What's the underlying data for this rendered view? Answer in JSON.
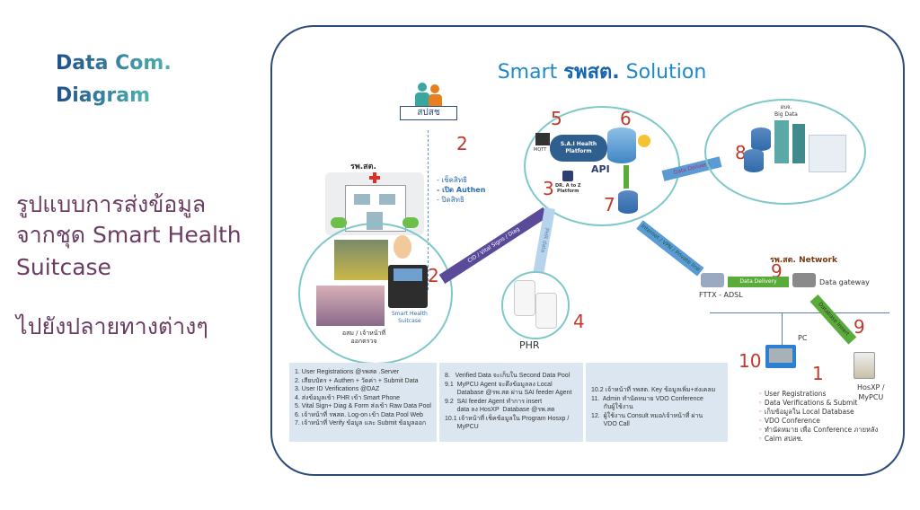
{
  "left": {
    "heading_line1": "Data Com.",
    "heading_line2": "Diagram",
    "desc_line1": "รูปแบบการส่งข้อมูล",
    "desc_line2": "จากชุด Smart Health",
    "desc_line3": "Suitcase",
    "desc_line4": "ไปยังปลายทางต่างๆ"
  },
  "diagram": {
    "title_prefix": "Smart ",
    "title_thai": "รพสต.",
    "title_suffix": " Solution",
    "nhso_logo_text": "สปสช",
    "hospital_label": "รพ.สต.",
    "field_staff_label_1": "อสม / เจ้าหน้าที่",
    "field_staff_label_2": "ออกตรวจ",
    "suitcase_label_1": "Smart Health",
    "suitcase_label_2": "Suitcase",
    "auth_notes": [
      "- เช็คสิทธิ",
      "- เปิด Authen",
      "- ปิดสิทธิ"
    ],
    "arrow_cid": "CID / Vital Signs / Diag",
    "arrow_phr": "PHR data",
    "arrow_delivery": "Data Delivery",
    "arrow_internet": "Internet / VPN / Private line",
    "arrow_delivery_2": "Data Delivery",
    "arrow_database_insert": "Database Insert",
    "platform_label": "S.A.I Health Platform",
    "mqtt_label": "MQTT",
    "api_label": "API",
    "dr_label_1": "DR. A to Z",
    "dr_label_2": "Platform",
    "phr_label": "PHR",
    "bigdata_label_1": "อบจ.",
    "bigdata_label_2": "Big Data",
    "network_label": "รพ.สต. Network",
    "fttx_label": "FTTX - ADSL",
    "gateway_label": "Data gateway",
    "pc_label": "PC",
    "hosxp_label_1": "HosXP /",
    "hosxp_label_2": "MyPCU",
    "numbers": {
      "n2a": "2",
      "n2b": "2",
      "n3": "3",
      "n4": "4",
      "n5": "5",
      "n6": "6",
      "n7": "7",
      "n8": "8",
      "n9a": "9",
      "n9b": "9",
      "n10": "10",
      "n1": "1"
    },
    "pc_functions": [
      "User Registrations",
      "Data Verifications & Submit",
      "เก็บข้อมูลใน Local Database",
      "VDO Conference",
      "ทำนัดหมาย เพื่อ Conference ภายหลัง",
      "Caim สปสช."
    ]
  },
  "steps": {
    "col1": [
      "1. User Registrations @รพสต .Server",
      "2. เสียบบัตร + Authen + วัดค่า + Submit Data",
      "3. User ID Verifications @DAZ",
      "4. ส่งข้อมูลเข้า PHR เข้า Smart Phone",
      "5. Vital Sign+ Diag & Form ส่งเข้า Raw Data Pool",
      "6. เจ้าหน้าที่ รพสต. Log-on เข้า Data Pool Web",
      "7. เจ้าหน้าที่ Verify ข้อมูล และ Submit ข้อมูลออก"
    ],
    "col2": [
      "8.   Verified Data จะเก็บใน Second Data Pool",
      "9.1  MyPCU Agent จะดึงข้อมูลลง Local",
      "       Database @รพ.สต ผ่าน SAI feeder Agent",
      "9.2  SAI feeder Agent ทำการ insert",
      "       data ลง HosXP  Database @รพ.สต",
      "10.1 เจ้าหน้าที่ เช็คข้อมูลใน Program Hosxp /",
      "       MyPCU"
    ],
    "col3": [
      "10.2 เจ้าหน้าที่ รพสต. Key ข้อมูลเพิ่ม+ส่งเคลม",
      "11.  Admin ทำนัดหมาย VDO Conference",
      "       กับผู้ใช้งาน",
      "12.  ผู้ใช้งาน Consult หมอ/เจ้าหน้าที่ ผ่าน",
      "       VDO Call"
    ]
  },
  "colors": {
    "frame": "#2c4a7a",
    "title": "#1e88c8",
    "number": "#c0392b",
    "ellipse": "#7fc8c8",
    "box": "#dbe6f0",
    "arrow_purple": "#5b4a9a",
    "arrow_green": "#5aac3a",
    "arrow_blue": "#5b9bd5"
  }
}
